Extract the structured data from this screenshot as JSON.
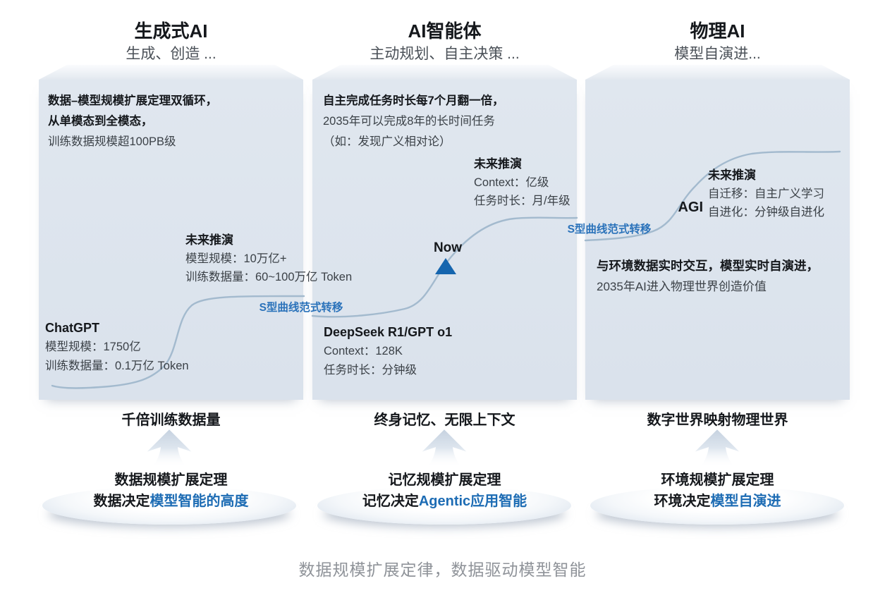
{
  "columns": [
    {
      "title": "生成式AI",
      "subtitle": "生成、创造 ...",
      "panel_top": {
        "line1": "数据–模型规模扩展定理双循环，",
        "line2": "从单模态到全模态，",
        "line3": "训练数据规模超100PB级"
      },
      "future": {
        "title": "未来推演",
        "line1": "模型规模：10万亿+",
        "line2": "训练数据量：60~100万亿 Token"
      },
      "milestone": {
        "name": "ChatGPT",
        "line1": "模型规模：1750亿",
        "line2": "训练数据量：0.1万亿 Token"
      },
      "bottom": {
        "arrow_label": "千倍训练数据量",
        "law": "数据规模扩展定理",
        "conclusion_prefix": "数据决定",
        "conclusion_highlight": "模型智能的高度"
      }
    },
    {
      "title": "AI智能体",
      "subtitle": "主动规划、自主决策 ...",
      "panel_top": {
        "line1": "自主完成任务时长每7个月翻一倍，",
        "line2": "2035年可以完成8年的长时间任务",
        "line3": "（如：发现广义相对论）"
      },
      "future": {
        "title": "未来推演",
        "line1": "Context：亿级",
        "line2": "任务时长：月/年级"
      },
      "milestone": {
        "name": "DeepSeek R1/GPT o1",
        "line1": "Context：128K",
        "line2": "任务时长：分钟级"
      },
      "bottom": {
        "arrow_label": "终身记忆、无限上下文",
        "law": "记忆规模扩展定理",
        "conclusion_prefix": "记忆决定",
        "conclusion_highlight": "Agentic应用智能"
      }
    },
    {
      "title": "物理AI",
      "subtitle": "模型自演进...",
      "panel_body": {
        "line1": "与环境数据实时交互，模型实时自演进，",
        "line2": "2035年AI进入物理世界创造价值"
      },
      "future": {
        "title": "未来推演",
        "line1": "自迁移：自主广义学习",
        "line2": "自进化：分钟级自进化"
      },
      "bottom": {
        "arrow_label": "数字世界映射物理世界",
        "law": "环境规模扩展定理",
        "conclusion_prefix": "环境决定",
        "conclusion_highlight": "模型自演进"
      }
    }
  ],
  "markers": {
    "now": "Now",
    "agi": "AGI"
  },
  "curve_labels": {
    "first": "S型曲线范式转移",
    "second": "S型曲线范式转移"
  },
  "caption": "数据规模扩展定律，数据驱动模型智能",
  "colors": {
    "accent_blue": "#1d6cb4",
    "panel_fill": "#dde4ed",
    "curve": "#a3bace",
    "now_triangle": "#1565ae"
  }
}
